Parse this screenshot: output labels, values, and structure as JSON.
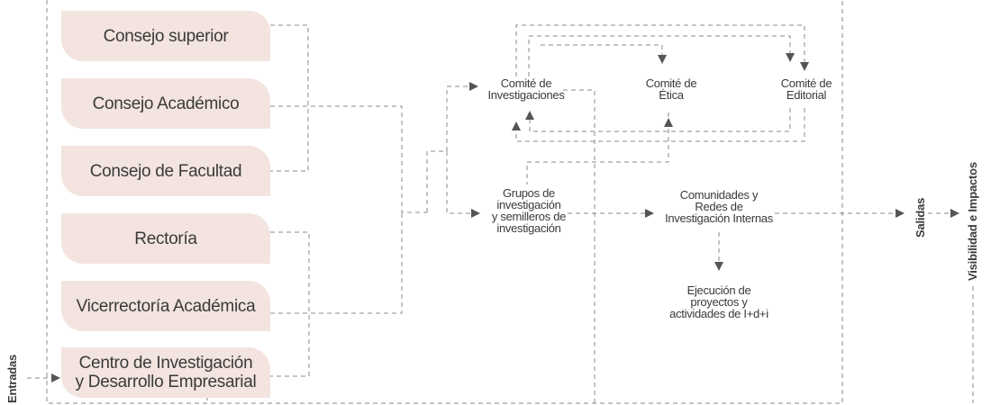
{
  "boxes": {
    "consejo_superior": "Consejo superior",
    "consejo_academico": "Consejo Académico",
    "consejo_facultad": "Consejo de Facultad",
    "rectoria": "Rectoría",
    "vicerrectoria": "Vicerrectoría Académica",
    "centro_line1": "Centro de Investigación",
    "centro_line2": "y Desarrollo Empresarial"
  },
  "nodes": {
    "comite_inv": [
      "Comité de",
      "Investigaciones"
    ],
    "comite_etica": [
      "Comité de",
      "Ética"
    ],
    "comite_editorial": [
      "Comité de",
      "Editorial"
    ],
    "grupos": [
      "Grupos de",
      "investigación",
      "y semilleros de",
      "investigación"
    ],
    "comunidades": [
      "Comunidades y",
      "Redes de",
      "Investigación Internas"
    ],
    "ejecucion": [
      "Ejecución de",
      "proyectos y",
      "actividades de I+d+i"
    ]
  },
  "labels": {
    "entradas": "Entradas",
    "salidas": "Salidas",
    "visibilidad": "Visibilidad e Impactos"
  },
  "colors": {
    "box_fill": "#f3e4df",
    "line": "#8a8a8a",
    "arrow": "#555555",
    "text": "#3a3a3a"
  }
}
